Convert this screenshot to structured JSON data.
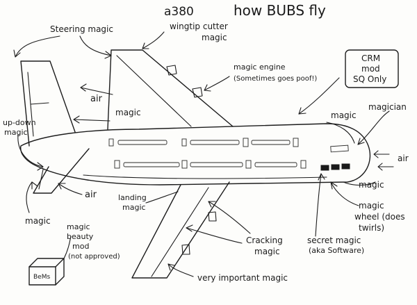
{
  "title": "a380",
  "heading": "how BUBS fly",
  "labels": {
    "steering_magic": "Steering magic",
    "wingtip_cutter": "wingtip cutter",
    "wingtip_magic": "magic",
    "magic_engine": "magic engine",
    "sometimes_poof": "(Sometimes goes poof!)",
    "crm_line1": "CRM",
    "crm_line2": "mod",
    "crm_line3": "SQ Only",
    "air_top": "air",
    "magic_top": "magic",
    "up_down_1": "up-down",
    "up_down_2": "magic",
    "magic_nose": "magic",
    "magician": "magician",
    "air_right": "air",
    "magic_right": "magic",
    "air_lower": "air",
    "landing_1": "landing",
    "landing_2": "magic",
    "magic_left_bottom": "magic",
    "beauty_1": "magic",
    "beauty_2": "beauty",
    "beauty_3": "mod",
    "beauty_4": "(not approved)",
    "box_label": "BeMs",
    "cracking_1": "Cracking",
    "cracking_2": "magic",
    "wheel_1": "magic",
    "wheel_2": "wheel (does",
    "wheel_3": "twirls)",
    "secret_1": "secret magic",
    "secret_2": "(aka Software)",
    "very_important": "very important magic"
  }
}
